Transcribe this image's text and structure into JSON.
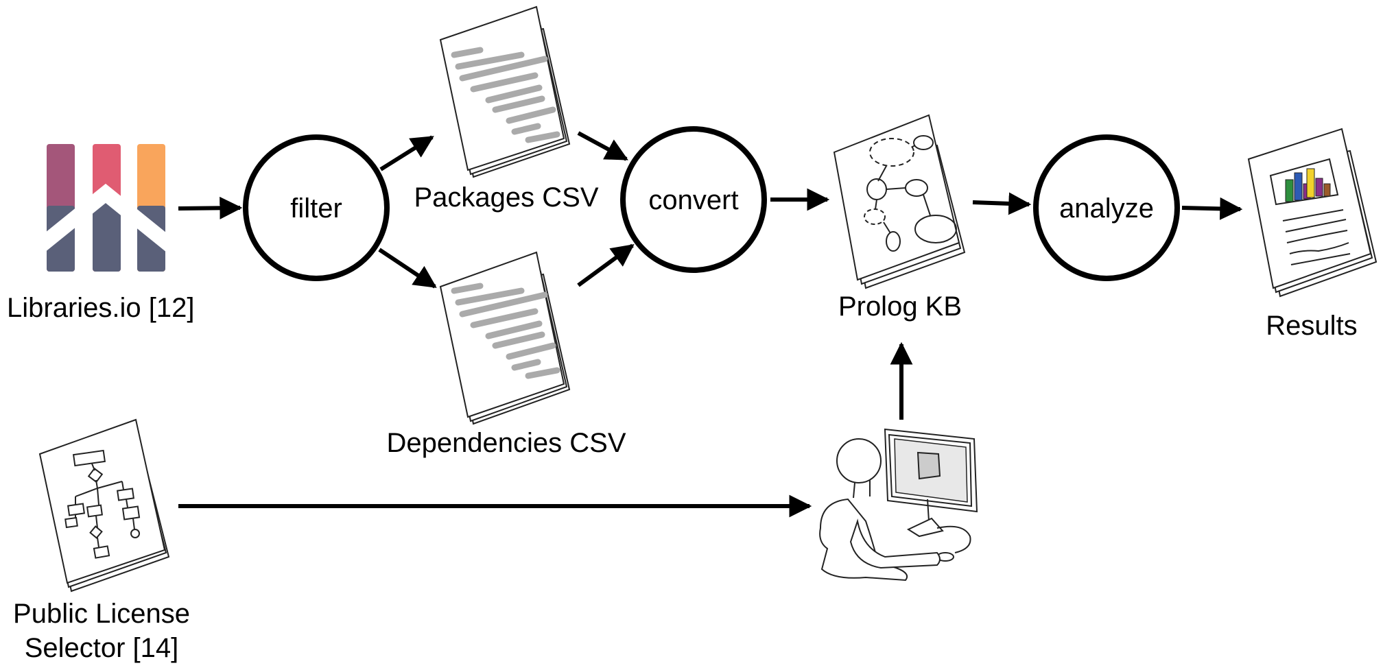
{
  "colors": {
    "logo_bar_1": "#a4567a",
    "logo_bar_2": "#e05c72",
    "logo_bar_3": "#f9a55c",
    "logo_base": "#5a6079",
    "doc_lines": "#aaaaaa",
    "chart_green": "#2e8f3e",
    "chart_blue": "#2d5bb5",
    "chart_purple": "#8a2f8a",
    "chart_yellow": "#f2d22c",
    "chart_brown": "#9a5a2a"
  },
  "sources": {
    "libraries_io": "Libraries.io [12]",
    "license_selector_line1": "Public License",
    "license_selector_line2": "Selector [14]"
  },
  "processes": {
    "filter": "filter",
    "convert": "convert",
    "analyze": "analyze"
  },
  "artifacts": {
    "packages_csv": "Packages CSV",
    "dependencies_csv": "Dependencies CSV",
    "prolog_kb": "Prolog KB",
    "results": "Results"
  },
  "icons": {
    "libraries_logo": "libraries-io-logo-icon",
    "csv_document": "text-document-icon",
    "flowchart_document": "flowchart-document-icon",
    "graph_document": "graph-document-icon",
    "report_document": "report-chart-document-icon",
    "person_at_computer": "person-at-computer-icon"
  }
}
